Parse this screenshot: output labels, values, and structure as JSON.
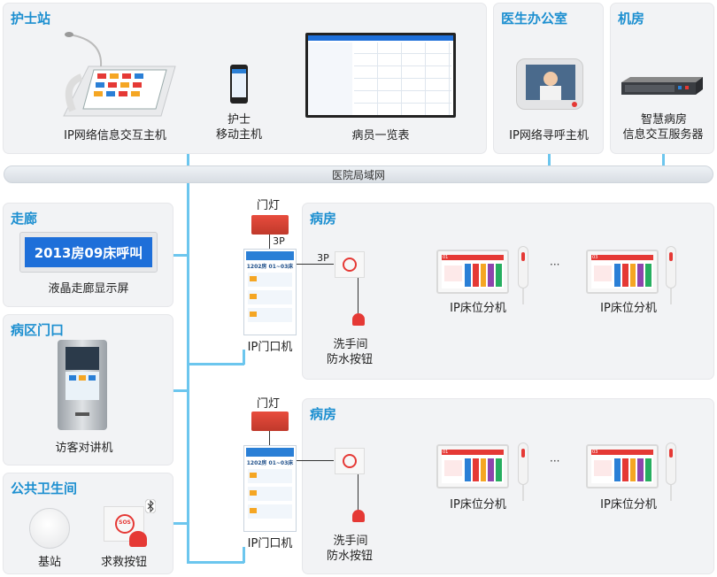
{
  "zones": {
    "nurse_station": "护士站",
    "doctor_office": "医生办公室",
    "machine_room": "机房",
    "corridor": "走廊",
    "ward_gate": "病区门口",
    "public_toilet": "公共卫生间",
    "ward_1": "病房",
    "ward_2": "病房"
  },
  "network": "医院局域网",
  "devices": {
    "ip_host": "IP网络信息交互主机",
    "nurse_mobile_1": "护士",
    "nurse_mobile_2": "移动主机",
    "patient_board": "病员一览表",
    "doctor_host": "IP网络寻呼主机",
    "server_1": "智慧病房",
    "server_2": "信息交互服务器",
    "corridor_display": "液晶走廊显示屏",
    "corridor_display_text": "2013房09床呼叫",
    "visitor_intercom": "访客对讲机",
    "base_station": "基站",
    "sos_button": "求救按钮",
    "sos_text": "SOS",
    "door_lamp_1": "门灯",
    "door_lamp_2": "门灯",
    "door_unit_1": "IP门口机",
    "door_unit_2": "IP门口机",
    "door_unit_screen": "1202房 01~03床",
    "wash_1": "洗手间",
    "wash_1b": "防水按钮",
    "wash_2": "洗手间",
    "wash_2b": "防水按钮",
    "bed_1a": "IP床位分机",
    "bed_1b": "IP床位分机",
    "bed_2a": "IP床位分机",
    "bed_2b": "IP床位分机",
    "wire_3p_a": "3P",
    "wire_3p_b": "3P",
    "ellipsis_1": "···",
    "ellipsis_2": "···",
    "bed_no_a": "01",
    "bed_no_b": "03"
  },
  "colors": {
    "accent": "#1c8fd0",
    "wire": "#6cc6ee",
    "alarm": "#e53935",
    "display": "#1e6fd9"
  }
}
